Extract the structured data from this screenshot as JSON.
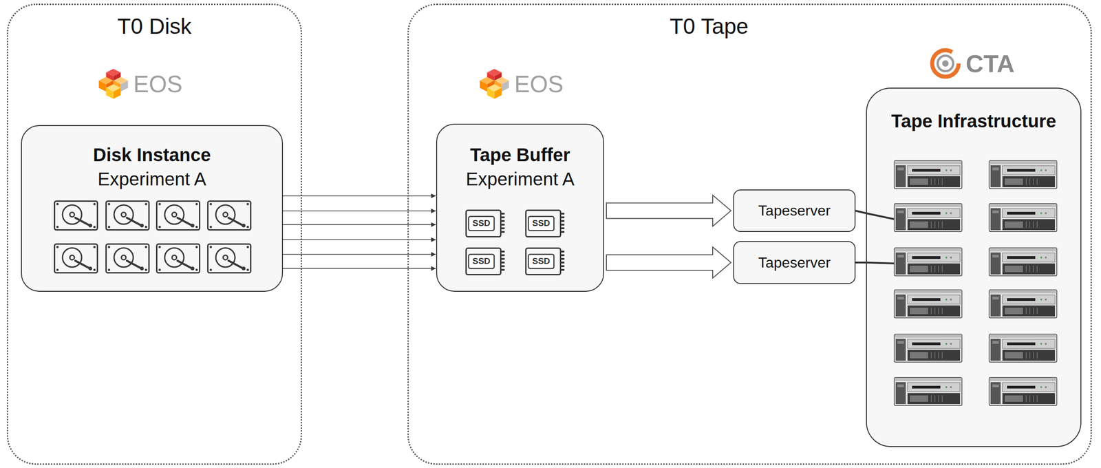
{
  "diagram": {
    "nodes": [
      {
        "text": [
          "T0 Disk"
        ]
      },
      {
        "text": [
          "Disk Instance",
          "Experiment A"
        ],
        "in": 0
      },
      {
        "text": [
          "T0 Tape"
        ]
      },
      {
        "text": [
          "Tape Buffer",
          "Experiment A"
        ],
        "in": 2
      },
      {
        "text": [
          "Tapeserver"
        ],
        "in": 2
      },
      {
        "text": [
          "Tapeserver"
        ],
        "in": 2
      },
      {
        "text": [
          "Tape Infrastructure"
        ],
        "in": 2
      }
    ],
    "edges": [
      {
        "from": 1,
        "to": 3,
        "arrow": "to"
      },
      {
        "from": 1,
        "to": 3,
        "arrow": "to"
      },
      {
        "from": 1,
        "to": 3,
        "arrow": "to"
      },
      {
        "from": 1,
        "to": 3,
        "arrow": "to"
      },
      {
        "from": 1,
        "to": 3,
        "arrow": "to"
      },
      {
        "from": 1,
        "to": 3,
        "arrow": "to"
      },
      {
        "from": 3,
        "to": 4,
        "arrow": "to"
      },
      {
        "from": 3,
        "to": 5,
        "arrow": "to"
      },
      {
        "from": 4,
        "to": 6,
        "arrow": "none"
      },
      {
        "from": 5,
        "to": 6,
        "arrow": "none"
      }
    ],
    "labels": [
      "EOS",
      "EOS",
      "CTA",
      "SSD",
      "SSD",
      "SSD",
      "SSD"
    ]
  }
}
